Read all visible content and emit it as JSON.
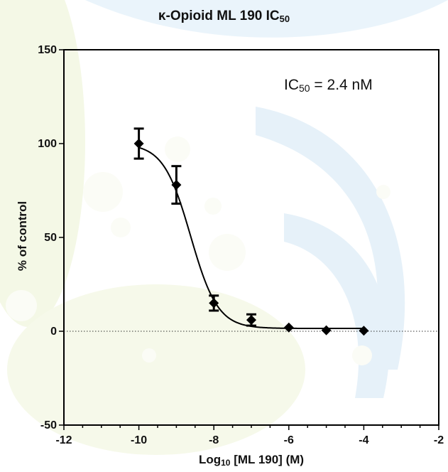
{
  "chart_data": {
    "type": "scatter",
    "title": {
      "main": "κ-Opioid ML 190 IC",
      "sub": "50"
    },
    "annotation": {
      "prefix": "IC",
      "sub": "50",
      "suffix": " = 2.4 nM"
    },
    "xlabel": {
      "prefix": "Log",
      "sub": "10",
      "suffix": " [ML 190] (M)"
    },
    "ylabel": "% of control",
    "xlim": [
      -12,
      -2
    ],
    "ylim": [
      -50,
      150
    ],
    "xticks": [
      -12,
      -10,
      -8,
      -6,
      -4,
      -2
    ],
    "yticks": [
      -50,
      0,
      50,
      100,
      150
    ],
    "zero_line": "dotted",
    "series": [
      {
        "x": [
          -10,
          -9,
          -8,
          -7,
          -6,
          -5,
          -4
        ],
        "y": [
          100,
          78,
          15,
          6,
          2,
          0.5,
          0.3
        ],
        "err": [
          8,
          10,
          4,
          3,
          1,
          0.5,
          0.5
        ]
      }
    ],
    "fit": {
      "top": 100,
      "bottom": 1.5,
      "log_ic50": -8.62,
      "hill": -1.2
    },
    "colors": {
      "marker": "#000000",
      "axis": "#000000"
    }
  }
}
